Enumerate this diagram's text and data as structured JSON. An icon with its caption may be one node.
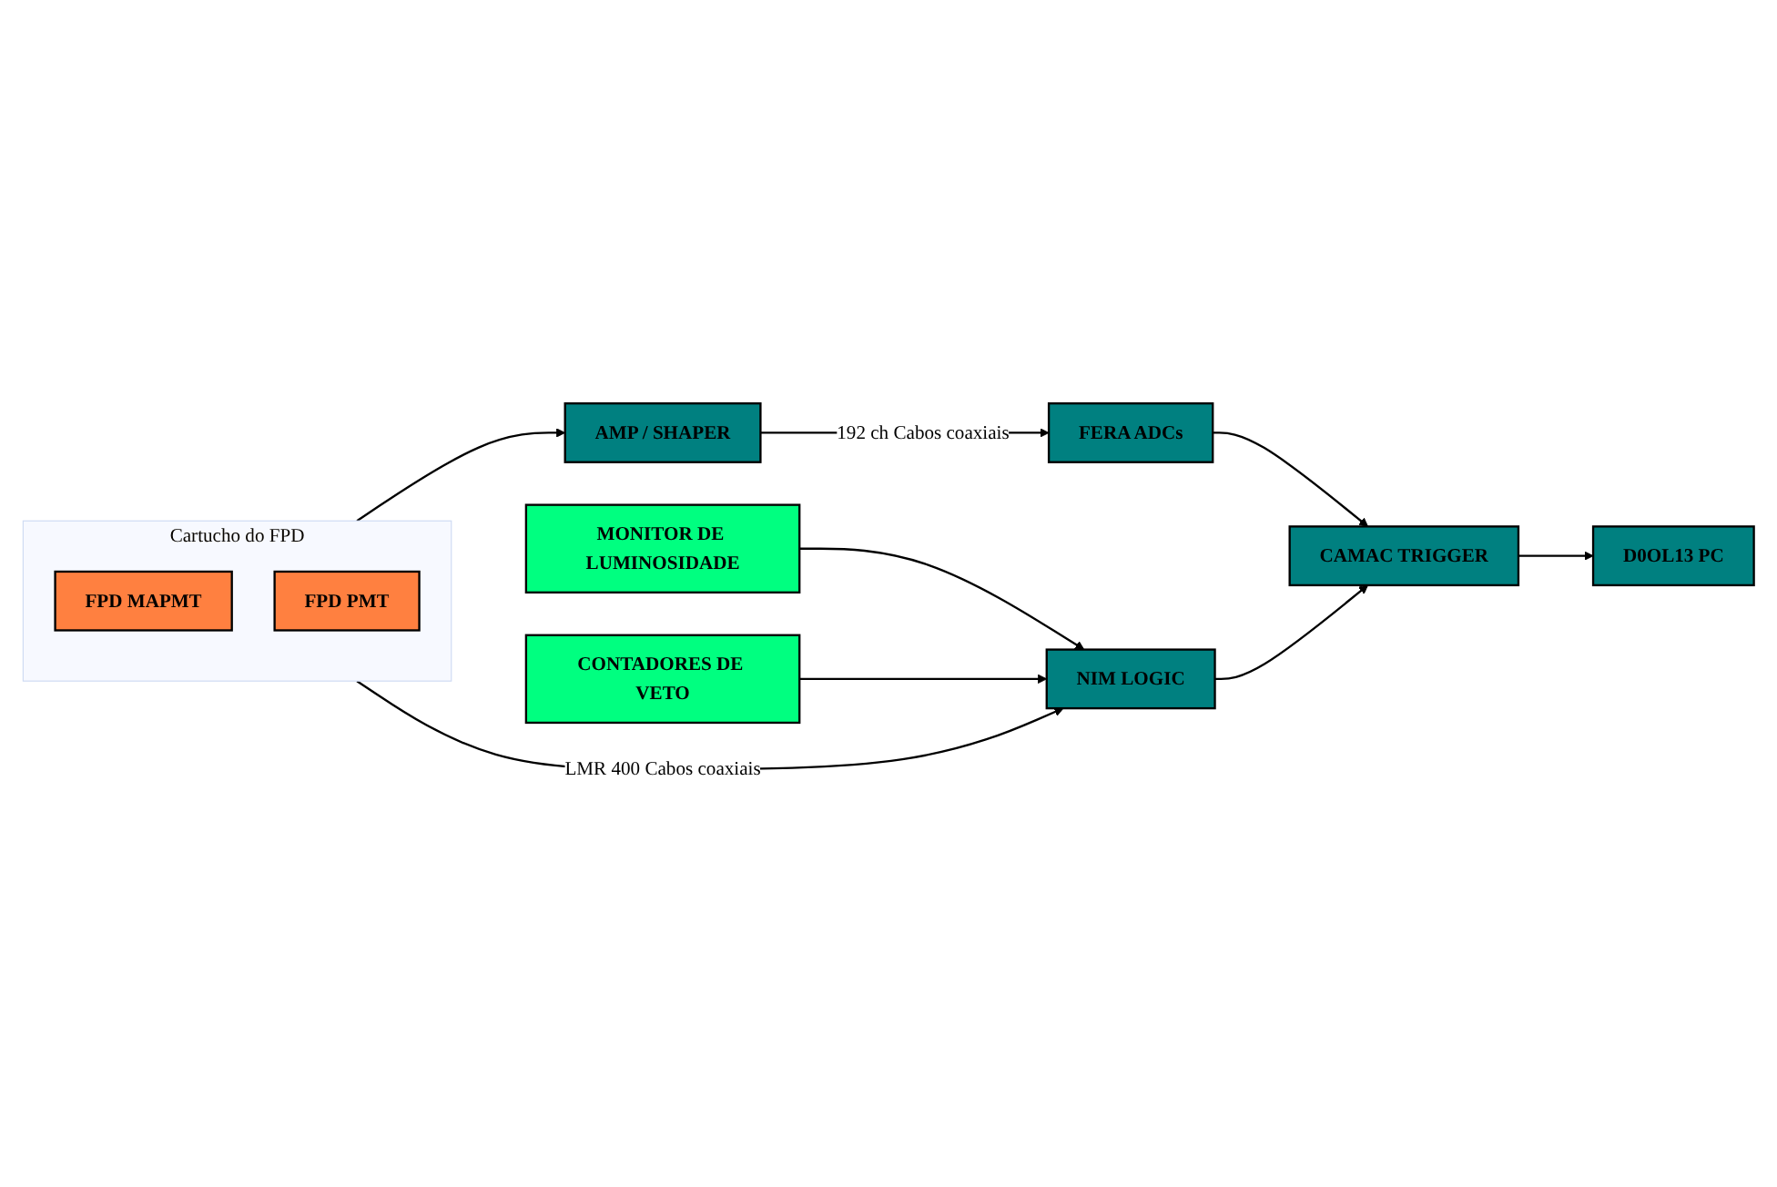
{
  "diagram": {
    "nodes": [
      {
        "text": [
          "AMP / SHAPER"
        ]
      },
      {
        "text": [
          "FERA ADCs"
        ]
      },
      {
        "text": [
          "Cartucho do FPD"
        ]
      },
      {
        "text": [
          "FPD MAPMT"
        ],
        "in": 2
      },
      {
        "text": [
          "FPD PMT"
        ],
        "in": 2
      },
      {
        "text": [
          "CAMAC TRIGGER"
        ]
      },
      {
        "text": [
          "D0OL13 PC"
        ]
      },
      {
        "text": [
          "NIM LOGIC"
        ]
      },
      {
        "text": [
          "MONITOR DE LUMINOSIDADE"
        ]
      },
      {
        "text": [
          "CONTADORES DE VETO"
        ]
      }
    ],
    "edges": [
      {
        "from": 2,
        "to": 0,
        "arrow": "to"
      },
      {
        "from": 0,
        "to": 1,
        "arrow": "to",
        "label": "192 ch Cabos coaxiais"
      },
      {
        "from": 1,
        "to": 5,
        "arrow": "to"
      },
      {
        "from": 5,
        "to": 6,
        "arrow": "to"
      },
      {
        "from": 2,
        "to": 7,
        "arrow": "to",
        "label": "LMR 400 Cabos coaxiais"
      },
      {
        "from": 7,
        "to": 5,
        "arrow": "to"
      },
      {
        "from": 8,
        "to": 7,
        "arrow": "to"
      },
      {
        "from": 9,
        "to": 7,
        "arrow": "to"
      }
    ]
  }
}
